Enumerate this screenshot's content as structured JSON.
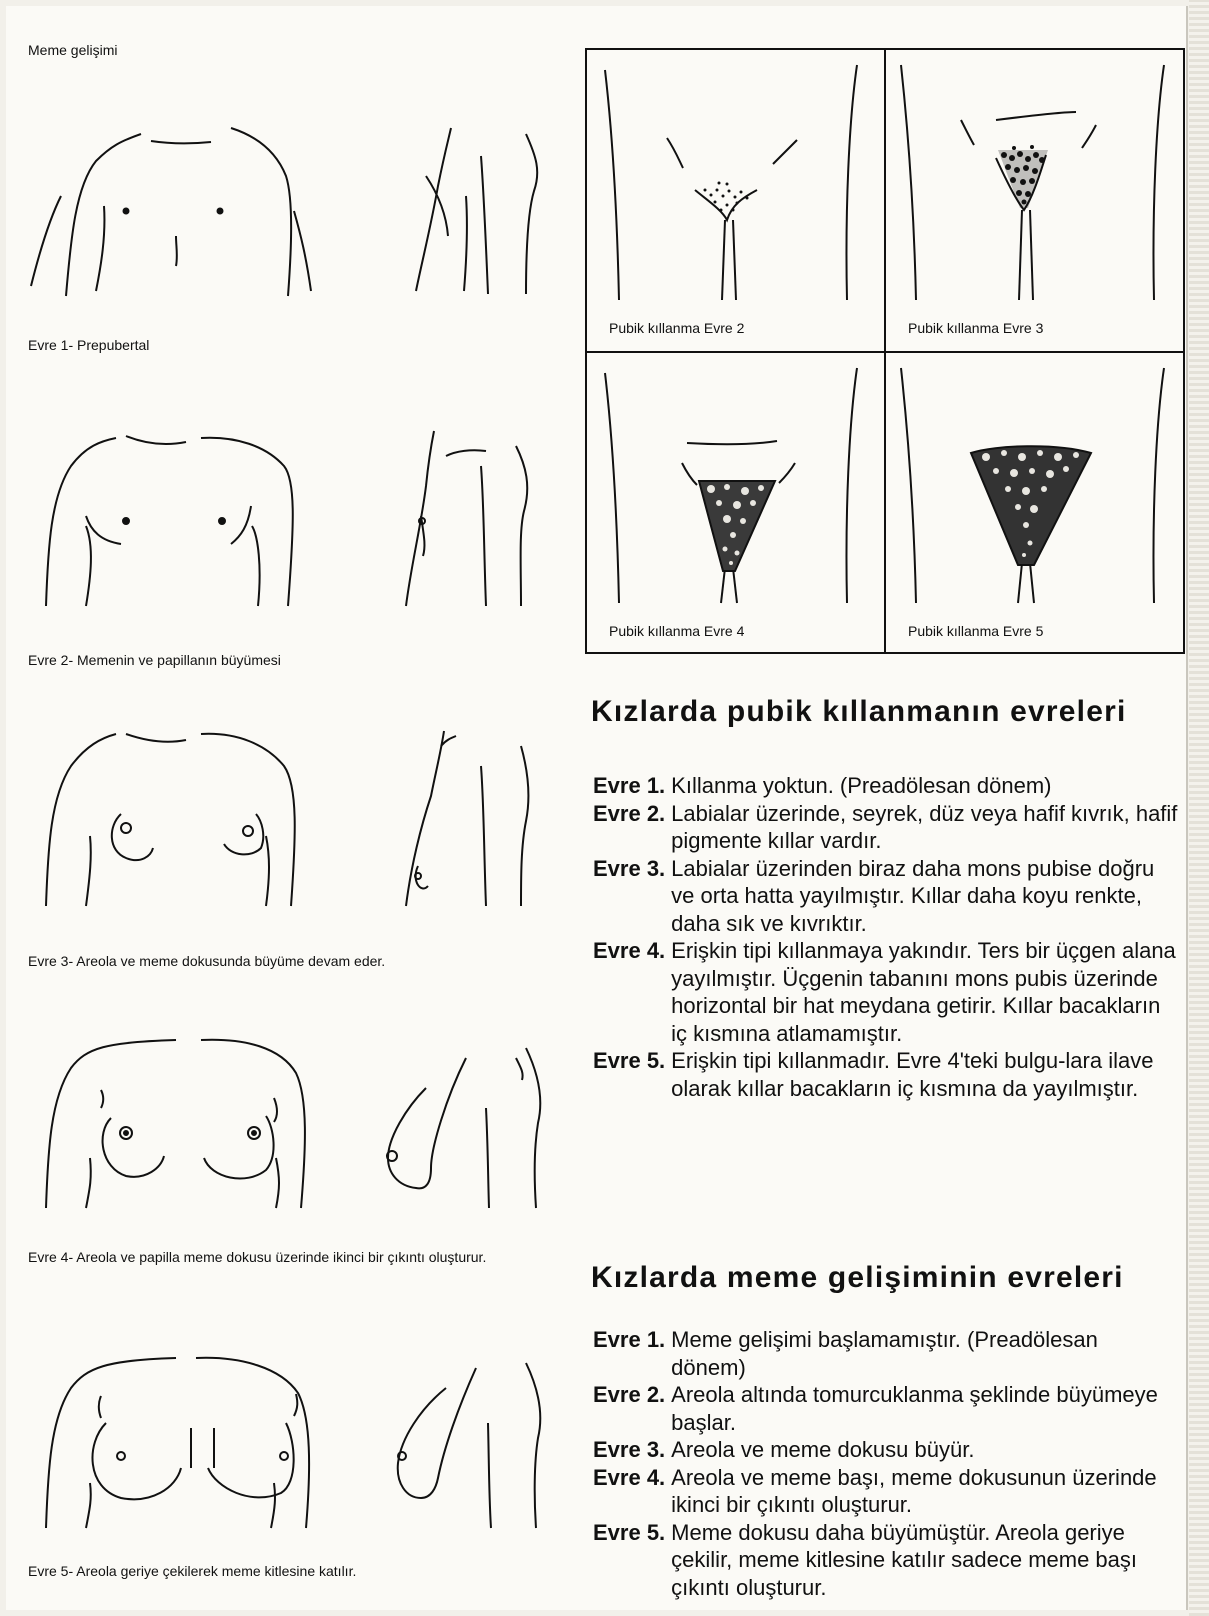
{
  "left": {
    "title": "Meme gelişimi",
    "captions": [
      "Evre 1- Prepubertal",
      "Evre 2- Memenin ve papillanın büyümesi",
      "Evre 3- Areola ve meme dokusunda büyüme devam eder.",
      "Evre 4- Areola ve papilla meme dokusu üzerinde ikinci bir çıkıntı oluşturur.",
      "Evre 5- Areola geriye çekilerek meme kitlesine katılır."
    ]
  },
  "pubic_grid": {
    "captions": [
      "Pubik kıllanma Evre 2",
      "Pubik kıllanma Evre 3",
      "Pubik kıllanma Evre 4",
      "Pubik kıllanma Evre 5"
    ]
  },
  "pubic_section": {
    "heading": "Kızlarda pubik kıllanmanın evreleri",
    "items": [
      {
        "label": "Evre 1.",
        "text": "Kıllanma yoktun. (Preadölesan dönem)"
      },
      {
        "label": "Evre 2.",
        "text": "Labialar üzerinde, seyrek, düz veya hafif kıvrık, hafif pigmente kıllar vardır."
      },
      {
        "label": "Evre 3.",
        "text": "Labialar üzerinden biraz daha mons pubise doğru ve orta hatta yayılmıştır. Kıllar daha koyu renkte, daha sık ve kıvrıktır."
      },
      {
        "label": "Evre 4.",
        "text": "Erişkin tipi kıllanmaya yakındır. Ters bir üçgen alana yayılmıştır. Üçgenin tabanını mons pubis üzerinde horizontal bir hat meydana getirir. Kıllar bacakların iç kısmına atlamamıştır."
      },
      {
        "label": "Evre 5.",
        "text": "Erişkin tipi kıllanmadır. Evre 4'teki bulgu-lara ilave olarak kıllar bacakların iç kısmına da yayılmıştır."
      }
    ]
  },
  "breast_section": {
    "heading": "Kızlarda meme gelişiminin evreleri",
    "items": [
      {
        "label": "Evre 1.",
        "text": "Meme gelişimi başlamamıştır. (Preadölesan dönem)"
      },
      {
        "label": "Evre 2.",
        "text": "Areola altında tomurcuklanma şeklinde büyümeye başlar."
      },
      {
        "label": "Evre 3.",
        "text": "Areola ve meme dokusu büyür."
      },
      {
        "label": "Evre 4.",
        "text": "Areola ve meme başı, meme dokusunun üzerinde ikinci bir çıkıntı oluşturur."
      },
      {
        "label": "Evre 5.",
        "text": "Meme dokusu daha büyümüştür. Areola geriye çekilir, meme kitlesine katılır sadece meme başı çıkıntı oluşturur."
      }
    ]
  }
}
